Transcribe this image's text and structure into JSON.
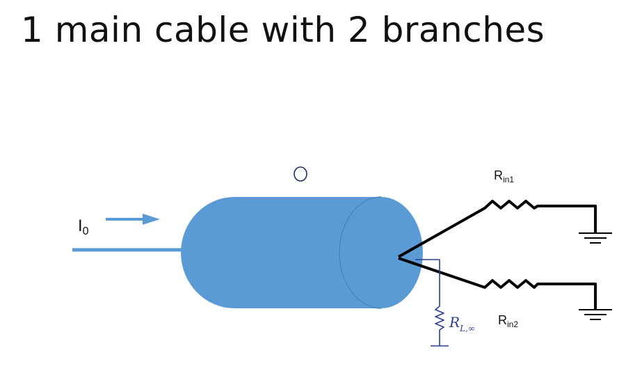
{
  "title": "1 main cable with 2 branches",
  "labels": {
    "input_current": "I",
    "input_current_sub": "0",
    "node_marker": "O",
    "branch1_resistor": "R",
    "branch1_resistor_sub": "in1",
    "branch2_resistor": "R",
    "branch2_resistor_sub": "in2",
    "leak_resistor": "R",
    "leak_resistor_sub": "L,∞"
  },
  "colors": {
    "cable_fill": "#5b9bd5",
    "cable_edge": "#4a86c0",
    "wire": "#000000",
    "ink": "#2a3f8f"
  }
}
